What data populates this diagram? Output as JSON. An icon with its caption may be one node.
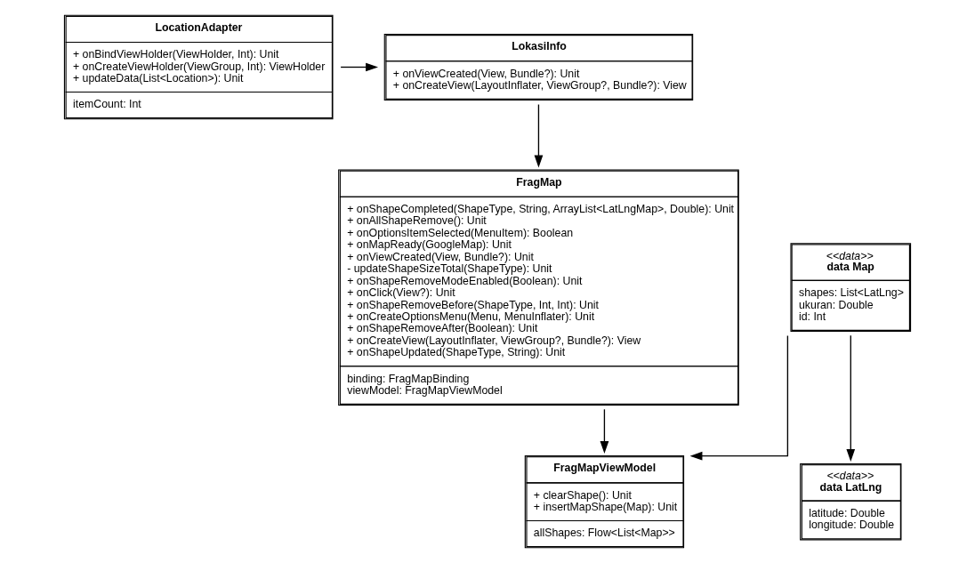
{
  "diagram": {
    "nodes": [
      {
        "text": [
          "LocationAdapter",
          "+ onBindViewHolder(ViewHolder, Int): Unit",
          "+ onCreateViewHolder(ViewGroup, Int): ViewHolder",
          "+ updateData(List<Location>): Unit",
          "itemCount: Int"
        ]
      },
      {
        "text": [
          "LokasiInfo",
          "+ onViewCreated(View, Bundle?): Unit",
          "+ onCreateView(LayoutInflater, ViewGroup?, Bundle?): View"
        ]
      },
      {
        "text": [
          "FragMap",
          "+ onShapeCompleted(ShapeType, String, ArrayList<LatLngMap>, Double): Unit",
          "+ onAllShapeRemove(): Unit",
          "+ onOptionsItemSelected(MenuItem): Boolean",
          "+ onMapReady(GoogleMap): Unit",
          "+ onViewCreated(View, Bundle?): Unit",
          "- updateShapeSizeTotal(ShapeType): Unit",
          "+ onShapeRemoveModeEnabled(Boolean): Unit",
          "+ onClick(View?): Unit",
          "+ onShapeRemoveBefore(ShapeType, Int, Int): Unit",
          "+ onCreateOptionsMenu(Menu, MenuInflater): Unit",
          "+ onShapeRemoveAfter(Boolean): Unit",
          "+ onCreateView(LayoutInflater, ViewGroup?, Bundle?): View",
          "+ onShapeUpdated(ShapeType, String): Unit",
          "binding: FragMapBinding",
          "viewModel: FragMapViewModel"
        ]
      },
      {
        "text": [
          "FragMapViewModel",
          "+ clearShape(): Unit",
          "+ insertMapShape(Map): Unit",
          "allShapes: Flow<List<Map>>"
        ]
      },
      {
        "text": [
          "<<data>>",
          "data Map",
          "shapes: List<LatLng>",
          "ukuran: Double",
          "id: Int"
        ]
      },
      {
        "text": [
          "<<data>>",
          "data LatLng",
          "latitude: Double",
          "longitude: Double"
        ]
      }
    ],
    "edges": [
      {
        "from": 0,
        "to": 1,
        "arrow": "to"
      },
      {
        "from": 1,
        "to": 2,
        "arrow": "to"
      },
      {
        "from": 2,
        "to": 3,
        "arrow": "to"
      },
      {
        "from": 4,
        "to": 3,
        "arrow": "to"
      },
      {
        "from": 4,
        "to": 5,
        "arrow": "to"
      }
    ]
  }
}
